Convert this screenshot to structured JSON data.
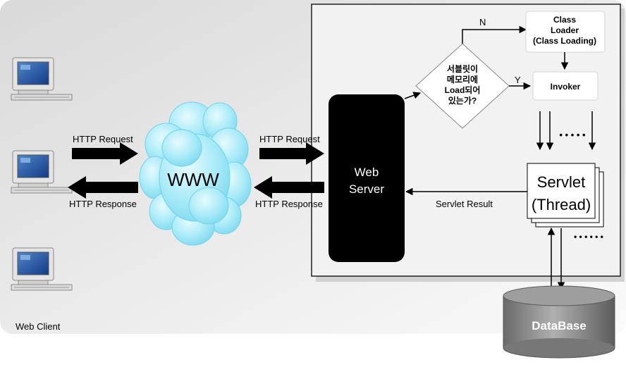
{
  "clients": {
    "label": "Web Client"
  },
  "arrows": {
    "client_request": "HTTP Request",
    "client_response": "HTTP Response",
    "server_request": "HTTP Request",
    "server_response": "HTTP Response",
    "servlet_result": "Servlet Result",
    "no_branch": "N",
    "yes_branch": "Y"
  },
  "cloud": {
    "label": "WWW"
  },
  "web_server": {
    "line1": "Web",
    "line2": "Server"
  },
  "decision": {
    "line1": "서블릿이",
    "line2": "메모리에",
    "line3": "Load되어",
    "line4": "있는가?"
  },
  "class_loader": {
    "line1": "Class",
    "line2": "Loader",
    "line3": "(Class Loading)"
  },
  "invoker": {
    "label": "Invoker"
  },
  "servlet": {
    "line1": "Servlet",
    "line2": "(Thread)"
  },
  "ellipsis": {
    "top": "• • • • •",
    "bottom": "• • • • • •"
  },
  "database": {
    "label": "DataBase"
  },
  "colors": {
    "cloud": "#a8eaf8",
    "cloud_edge": "#6fd4ec",
    "server": "#000000",
    "cylinder": "#8a8a8a"
  }
}
